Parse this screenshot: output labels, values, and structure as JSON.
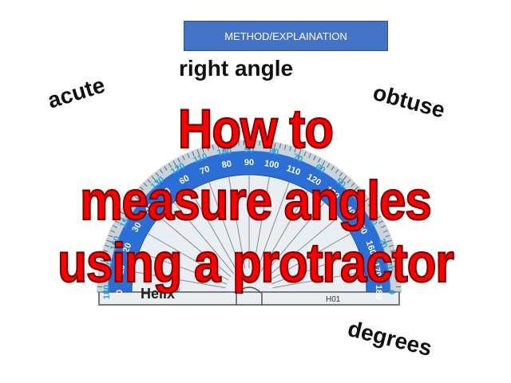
{
  "slide": {
    "method_box": "METHOD/EXPLAINATION",
    "words": {
      "right_angle": "right angle",
      "acute": "acute",
      "obtuse": "obtuse",
      "degrees": "degrees"
    },
    "title_lines": [
      "How to",
      "measure angles",
      "using a protractor"
    ]
  },
  "protractor": {
    "brand": "Helix",
    "brand_mark": "®",
    "model": "H01",
    "outer_scale_color": "#29a3e0",
    "band_color": "#2b6fd6",
    "inner_scale_labels": [
      "0",
      "10",
      "20",
      "30",
      "40",
      "50",
      "60",
      "70",
      "80",
      "90",
      "100",
      "110",
      "120",
      "130",
      "140",
      "150",
      "160",
      "170",
      "180"
    ],
    "outer_scale_labels": [
      "180",
      "170",
      "160",
      "150",
      "140",
      "130",
      "120",
      "110",
      "100",
      "90",
      "80",
      "70",
      "60",
      "50",
      "40",
      "30",
      "20",
      "10",
      "0"
    ]
  },
  "colors": {
    "title": "#ff0000",
    "method_box": "#4472c4"
  }
}
